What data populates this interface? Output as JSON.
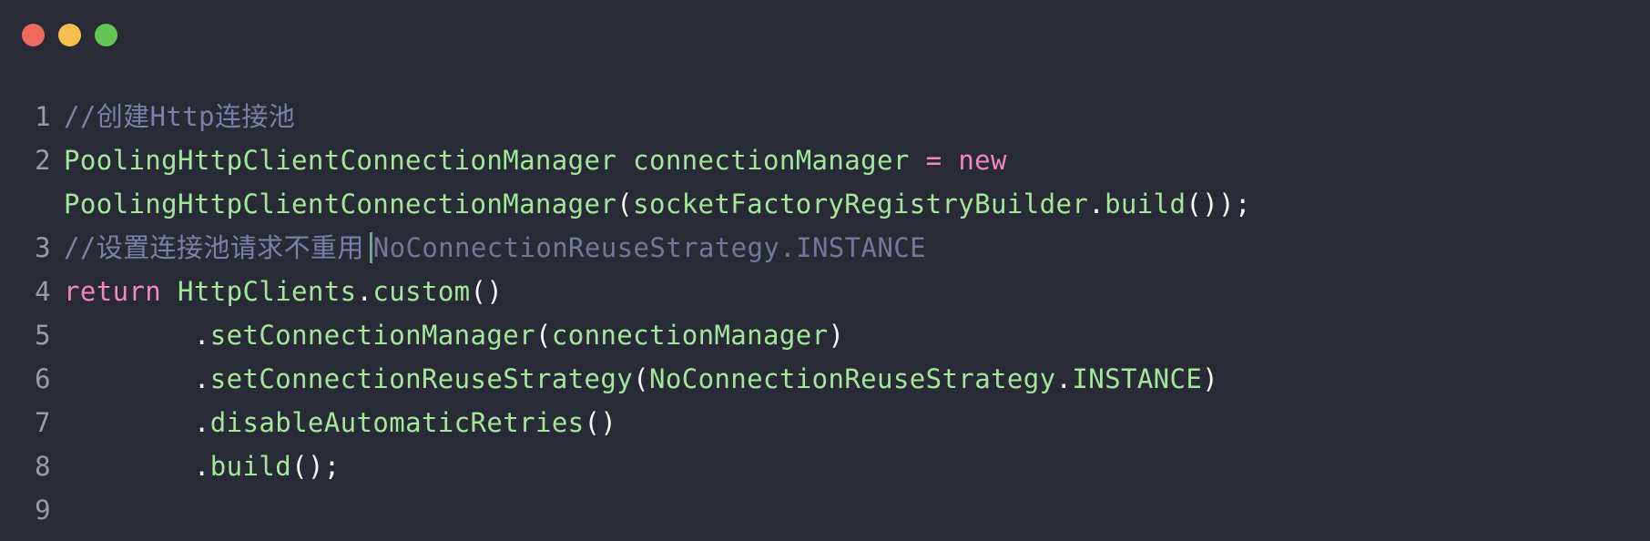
{
  "window": {
    "buttons": [
      "close",
      "minimize",
      "zoom"
    ],
    "colors": {
      "background": "#282a36",
      "close": "#ee6a5f",
      "minimize": "#f5be4f",
      "zoom": "#62c554"
    }
  },
  "editor": {
    "lines": [
      {
        "number": "1",
        "comment": "//创建Http连接池"
      },
      {
        "number": "2",
        "type": "PoolingHttpClientConnectionManager",
        "var": " connectionManager",
        "eq": " = ",
        "kw": "new"
      },
      {
        "number": "",
        "ctor": "PoolingHttpClientConnectionManager",
        "p1": "(",
        "arg": "socketFactoryRegistryBuilder",
        "dot": ".",
        "method": "build",
        "tail": "());"
      },
      {
        "number": "3",
        "comment": "//设置连接池请求不重用",
        "ghost": "NoConnectionReuseStrategy.INSTANCE"
      },
      {
        "number": "4",
        "kw": "return",
        "cls": " HttpClients",
        "dot": ".",
        "method": "custom",
        "tail": "()"
      },
      {
        "number": "5",
        "indent": "        ",
        "dot": ".",
        "method": "setConnectionManager",
        "p1": "(",
        "arg": "connectionManager",
        "tail": ")"
      },
      {
        "number": "6",
        "indent": "        ",
        "dot": ".",
        "method": "setConnectionReuseStrategy",
        "p1": "(",
        "arg": "NoConnectionReuseStrategy",
        "dot2": ".",
        "arg2": "INSTANCE",
        "tail": ")"
      },
      {
        "number": "7",
        "indent": "        ",
        "dot": ".",
        "method": "disableAutomaticRetries",
        "tail": "()"
      },
      {
        "number": "8",
        "indent": "        ",
        "dot": ".",
        "method": "build",
        "tail": "();"
      },
      {
        "number": "9"
      }
    ]
  }
}
